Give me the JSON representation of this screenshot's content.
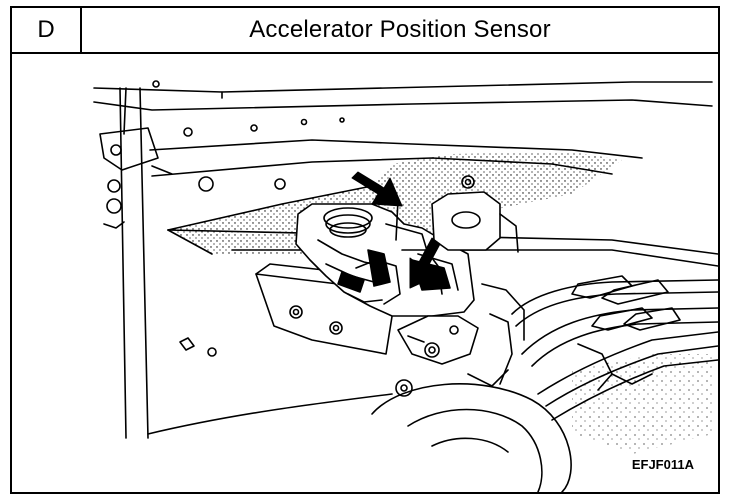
{
  "header": {
    "section_letter": "D",
    "title": "Accelerator Position Sensor"
  },
  "figure": {
    "code": "EFJF011A",
    "arrow_icon": "arrow-pointer-icon",
    "line_color": "#000000",
    "stipple_color": "#000000"
  }
}
